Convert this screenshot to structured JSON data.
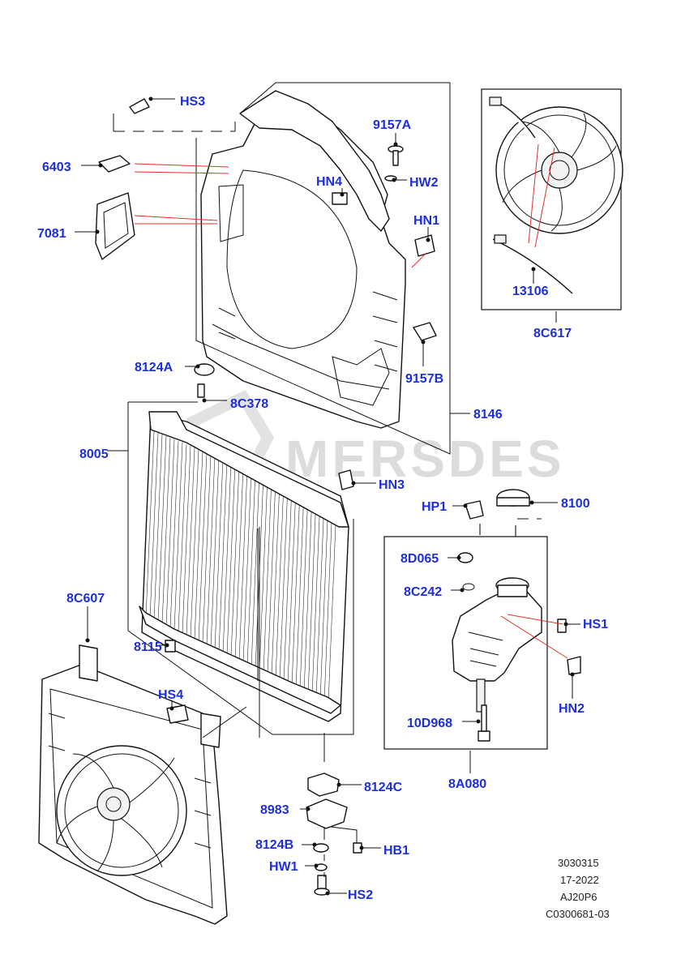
{
  "watermark": "MERSDES",
  "callouts": {
    "hs3": "HS3",
    "p6403": "6403",
    "p7081": "7081",
    "p9157a": "9157A",
    "hn4": "HN4",
    "hw2": "HW2",
    "hn1": "HN1",
    "p13106": "13106",
    "p8c617": "8C617",
    "p9157b": "9157B",
    "p8124a": "8124A",
    "p8c378": "8C378",
    "p8146": "8146",
    "p8005": "8005",
    "hn3": "HN3",
    "hp1": "HP1",
    "p8100": "8100",
    "p8d065": "8D065",
    "p8c242": "8C242",
    "hs1": "HS1",
    "p8c607": "8C607",
    "p8115": "8115",
    "hn2": "HN2",
    "hs4": "HS4",
    "p10d968": "10D968",
    "p8a080": "8A080",
    "p8124c": "8124C",
    "p8983": "8983",
    "p8124b": "8124B",
    "hb1": "HB1",
    "hw1": "HW1",
    "hs2": "HS2"
  },
  "reference": {
    "line1": "3030315",
    "line2": "17-2022",
    "line3": "AJ20P6",
    "line4": "C0300681-03"
  },
  "colors": {
    "callout": "#1d2fd9",
    "leader": "#111111",
    "highlight_leader": "#e0302a",
    "watermark": "#dcdcdc"
  }
}
